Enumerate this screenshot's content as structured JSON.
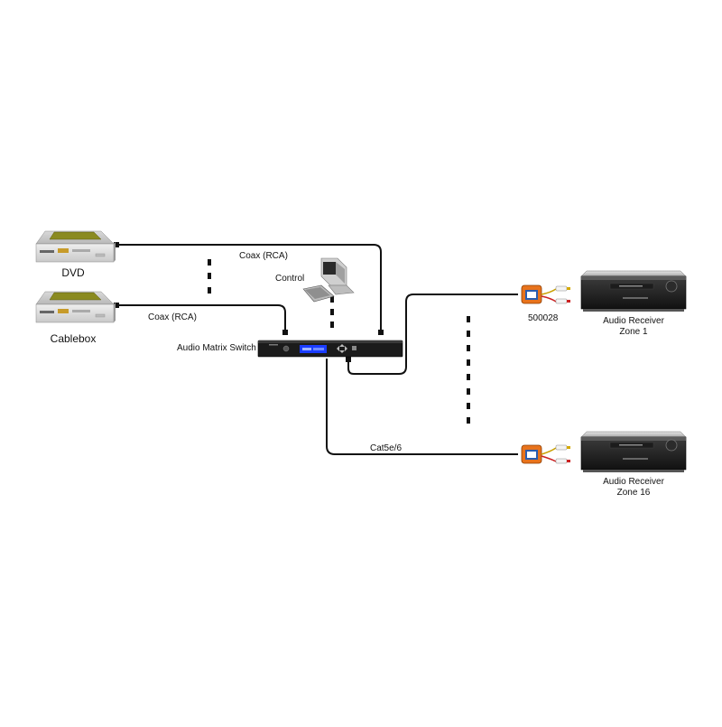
{
  "devices": {
    "dvd": "DVD",
    "cablebox": "Cablebox",
    "control": "Control",
    "switch": "Audio Matrix Switch",
    "adapter_part": "500028",
    "receiver_1": {
      "line1": "Audio Receiver",
      "line2": "Zone 1"
    },
    "receiver_16": {
      "line1": "Audio Receiver",
      "line2": "Zone 16"
    }
  },
  "cables": {
    "coax_dvd": "Coax (RCA)",
    "coax_cablebox": "Coax (RCA)",
    "cat5": "Cat5e/6"
  },
  "colors": {
    "cable": "#111111",
    "adapter_orange": "#e8731c",
    "adapter_blue": "#2a5db0",
    "display_blue": "#1a3cff"
  }
}
